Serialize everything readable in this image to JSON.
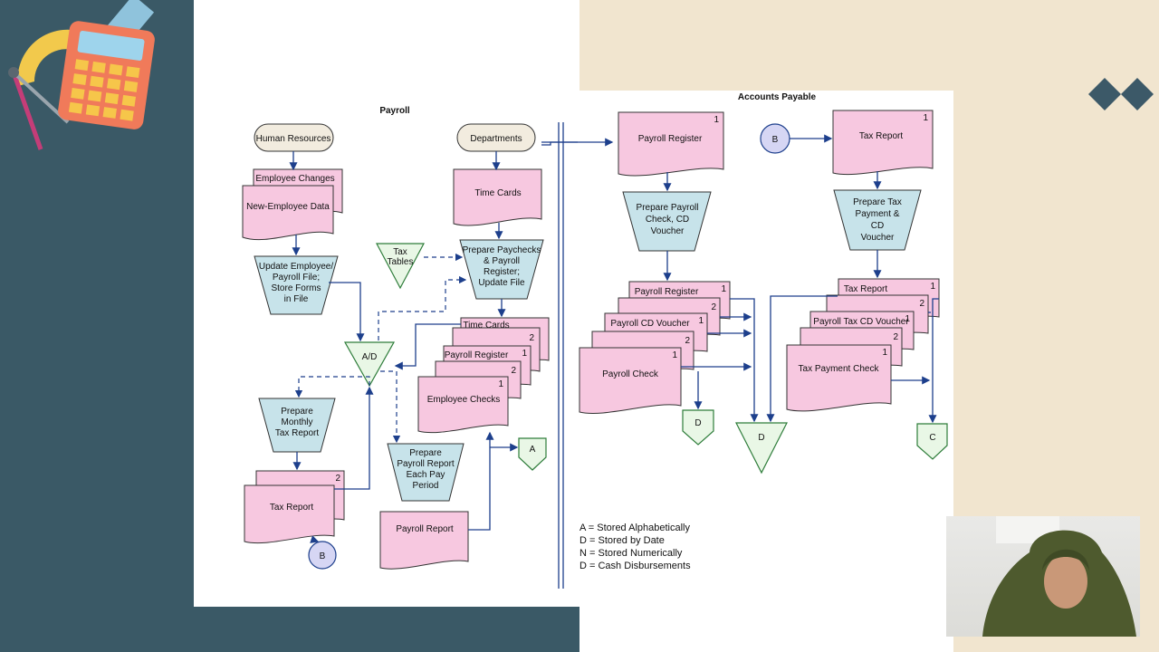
{
  "colors": {
    "document_fill": "#f7c8e0",
    "process_fill": "#c7e3ea",
    "terminal_fill": "#f2ecdf",
    "file_fill": "#e9f7e6",
    "connector_fill": "#d6d6f4",
    "arrow": "#1d3f8c",
    "left_background": "#3a5966",
    "right_background": "#f1e5cf"
  },
  "diagram": {
    "payroll_title": "Payroll",
    "ap_title": "Accounts Payable",
    "terminals": {
      "human_resources": "Human Resources",
      "departments": "Departments"
    },
    "documents": {
      "employee_changes": "Employee Changes",
      "new_employee_data": "New-Employee Data",
      "time_cards": "Time Cards",
      "time_cards_copy": "Time Cards",
      "payroll_register": "Payroll Register",
      "employee_checks": "Employee Checks",
      "tax_report": "Tax Report",
      "payroll_report": "Payroll Report",
      "ap_payroll_register": "Payroll Register",
      "ap_tax_report": "Tax Report",
      "ap_payroll_register_copy": "Payroll Register",
      "ap_payroll_cd_voucher": "Payroll CD Voucher",
      "ap_payroll_check": "Payroll Check",
      "ap_tax_report_copy": "Tax Report",
      "ap_payroll_tax_cd_voucher": "Payroll Tax CD Voucher",
      "ap_tax_payment_check": "Tax Payment Check"
    },
    "processes": {
      "update_employee": [
        "Update Employee/",
        "Payroll File;",
        "Store Forms",
        "in File"
      ],
      "prepare_paychecks": [
        "Prepare Paychecks",
        "& Payroll",
        "Register;",
        "Update File"
      ],
      "prepare_monthly": [
        "Prepare",
        "Monthly",
        "Tax Report"
      ],
      "prepare_payroll_report": [
        "Prepare",
        "Payroll Report",
        "Each Pay",
        "Period"
      ],
      "prepare_payroll_check": [
        "Prepare Payroll",
        "Check, CD",
        "Voucher"
      ],
      "prepare_tax_payment": [
        "Prepare Tax",
        "Payment &",
        "CD",
        "Voucher"
      ]
    },
    "files": {
      "tax_tables": [
        "Tax",
        "Tables"
      ],
      "ad": "A/D",
      "a": "A",
      "d_small": "D",
      "d_large": "D",
      "c": "C"
    },
    "connectors": {
      "b_left": "B",
      "b_right": "B"
    },
    "copy_numbers": {
      "one": "1",
      "two": "2"
    },
    "legend": [
      "A = Stored Alphabetically",
      "D = Stored by Date",
      "N = Stored Numerically",
      "D = Cash Disbursements"
    ]
  }
}
